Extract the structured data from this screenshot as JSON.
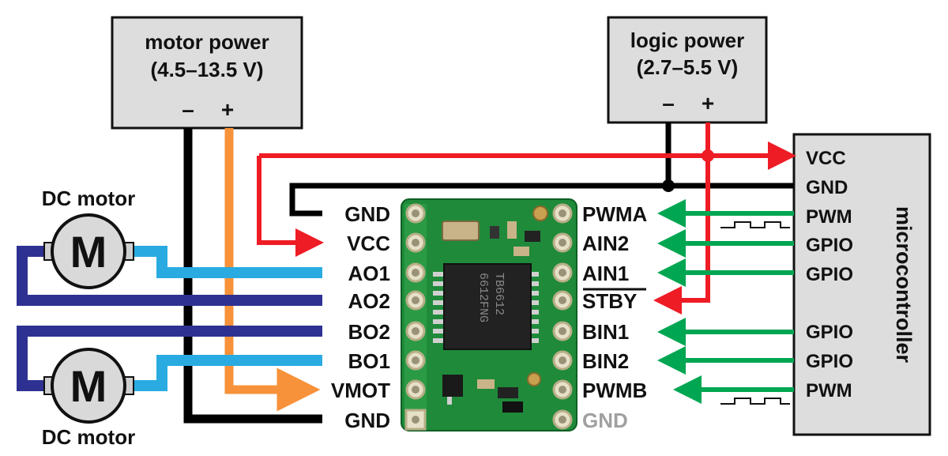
{
  "motor_power": {
    "title": "motor power",
    "range": "(4.5–13.5 V)",
    "minus": "–",
    "plus": "+"
  },
  "logic_power": {
    "title": "logic power",
    "range": "(2.7–5.5 V)",
    "minus": "–",
    "plus": "+"
  },
  "motors": {
    "top_label": "DC motor",
    "bottom_label": "DC motor",
    "symbol": "M"
  },
  "board": {
    "chip_text_1": "TB6612",
    "chip_text_2": "6612FNG",
    "left_pins": [
      "GND",
      "VCC",
      "AO1",
      "AO2",
      "BO2",
      "BO1",
      "VMOT",
      "GND"
    ],
    "right_pins": [
      "PWMA",
      "AIN2",
      "AIN1",
      "STBY",
      "BIN1",
      "BIN2",
      "PWMB",
      "GND"
    ]
  },
  "microcontroller": {
    "title": "microcontroller",
    "pins": [
      "VCC",
      "GND",
      "PWM",
      "GPIO",
      "GPIO",
      "",
      "GPIO",
      "GPIO",
      "PWM"
    ]
  },
  "colors": {
    "motor_power_wire": "#f7923a",
    "ground_wire": "#000000",
    "logic_wire": "#ee1c25",
    "signal_wire": "#00a651",
    "motor_a_wire": "#29abe2",
    "motor_b_wire": "#2e3192",
    "board_green": "#1f8a3a",
    "box_fill": "#dddddd"
  }
}
